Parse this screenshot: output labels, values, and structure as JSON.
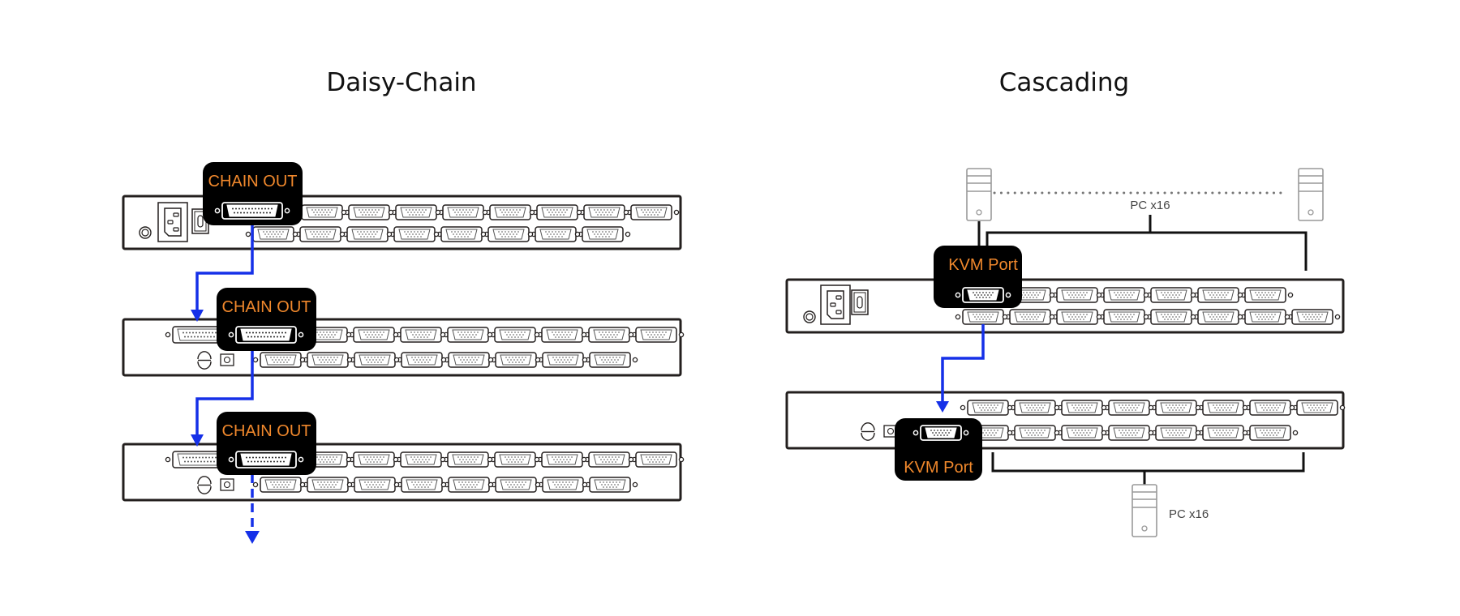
{
  "titles": {
    "daisy_chain": "Daisy-Chain",
    "cascading": "Cascading"
  },
  "colors": {
    "accent_orange": "#f0882c",
    "link_blue": "#1530e8",
    "panel_stroke": "#231f1e",
    "pc_gray": "#999999"
  },
  "daisy_chain": {
    "units": [
      {
        "callout": "CHAIN OUT",
        "has_power": true,
        "incoming_arrow": false,
        "outgoing": "solid"
      },
      {
        "callout": "CHAIN OUT",
        "has_power": false,
        "incoming_arrow": true,
        "outgoing": "solid"
      },
      {
        "callout": "CHAIN OUT",
        "has_power": false,
        "incoming_arrow": true,
        "outgoing": "dashed"
      }
    ],
    "vga_ports_per_unit": 16
  },
  "cascading": {
    "top_unit_callout": "KVM Port",
    "bottom_unit_callout": "KVM Port",
    "top_pc_label": "PC x16",
    "bottom_pc_label": "PC x16",
    "vga_ports_per_unit": 16
  },
  "icons": {
    "power_inlet": "power-inlet-icon",
    "power_switch": "power-switch-icon",
    "ground": "ground-screw-icon",
    "dc_jack": "dc-jack-icon",
    "vga_port": "vga-port-icon",
    "db25_port": "db25-port-icon",
    "pc_tower": "pc-tower-icon",
    "arrow": "arrow-down-icon"
  }
}
